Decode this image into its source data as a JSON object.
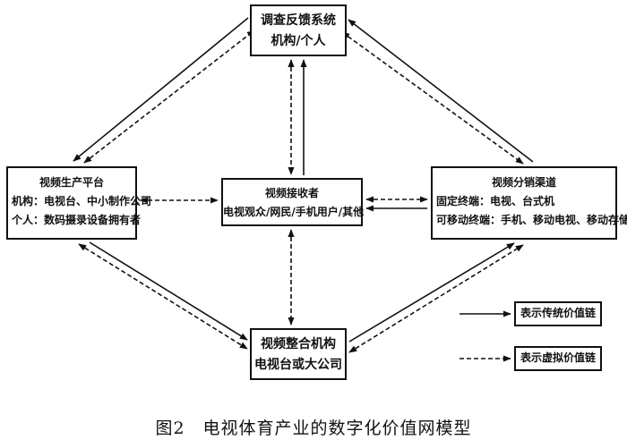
{
  "nodes": {
    "survey": {
      "line1": "调查反馈系统",
      "line2": "机构/个人"
    },
    "production": {
      "line1": "视频生产平台",
      "line2": "机构：电视台、中小制作公司",
      "line3": "个人：数码摄录设备拥有者"
    },
    "receiver": {
      "line1": "视频接收者",
      "line2": "电视观众/网民/手机用户/其他"
    },
    "distribution": {
      "line1": "视频分销渠道",
      "line2": "固定终端：电视、台式机",
      "line3": "可移动终端：手机、移动电视、移动存储设备"
    },
    "integration": {
      "line1": "视频整合机构",
      "line2": "电视台或大公司"
    }
  },
  "legend": {
    "solid_label": "表示传统价值链",
    "dashed_label": "表示虚拟价值链"
  },
  "caption": "图2　电视体育产业的数字化价值网模型"
}
